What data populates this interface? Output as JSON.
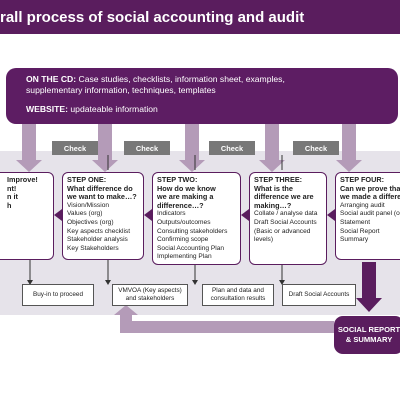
{
  "title": "rall process of social accounting and audit",
  "cd": {
    "line1_label": "ON THE CD:",
    "line1_text": " Case studies, checklists, information sheet, examples,",
    "line2_text": "supplementary information, techniques, templates",
    "website_label": "WEBSITE:",
    "website_text": " updateable information"
  },
  "check_label": "Check",
  "prep": {
    "lines": "Improve!\nnt!\nn it\nh"
  },
  "step1": {
    "heading": "STEP ONE:\nWhat difference do\nwe want to make…?",
    "items": "Vision/Mission\nValues (org)\nObjectives (org)\nKey aspects checklist\nStakeholder analysis\nKey Stakeholders"
  },
  "step2": {
    "heading": "STEP TWO:\nHow do we know\nwe are making a\ndifference…?",
    "items": "Indicators\nOutputs/outcomes\nConsulting stakeholders\nConfirming scope\nSocial Accounting Plan\nImplementing Plan"
  },
  "step3": {
    "heading": "STEP THREE:\nWhat is the\ndifference we are\nmaking…?",
    "items": "Collate / analyse data\nDraft Social Accounts\n(Basic or advanced\nlevels)"
  },
  "step4": {
    "heading": "STEP FOUR:\nCan we prove tha\nwe made a differe",
    "items": "Arranging audit\nSocial audit panel (o\nStatement\nSocial Report\nSummary"
  },
  "outputs": {
    "buyin": "Buy-in to proceed",
    "vmvoa": "VMVOA (Key aspects)\nand stakeholders",
    "plan": "Plan and data and\nconsultation results",
    "draft": "Draft Social Accounts"
  },
  "report": "SOCIAL REPORT\n& SUMMARY",
  "colors": {
    "purple": "#5a1d5e",
    "light_purple": "#b49bb8",
    "grey": "#787878",
    "band": "#e6e3ea"
  }
}
